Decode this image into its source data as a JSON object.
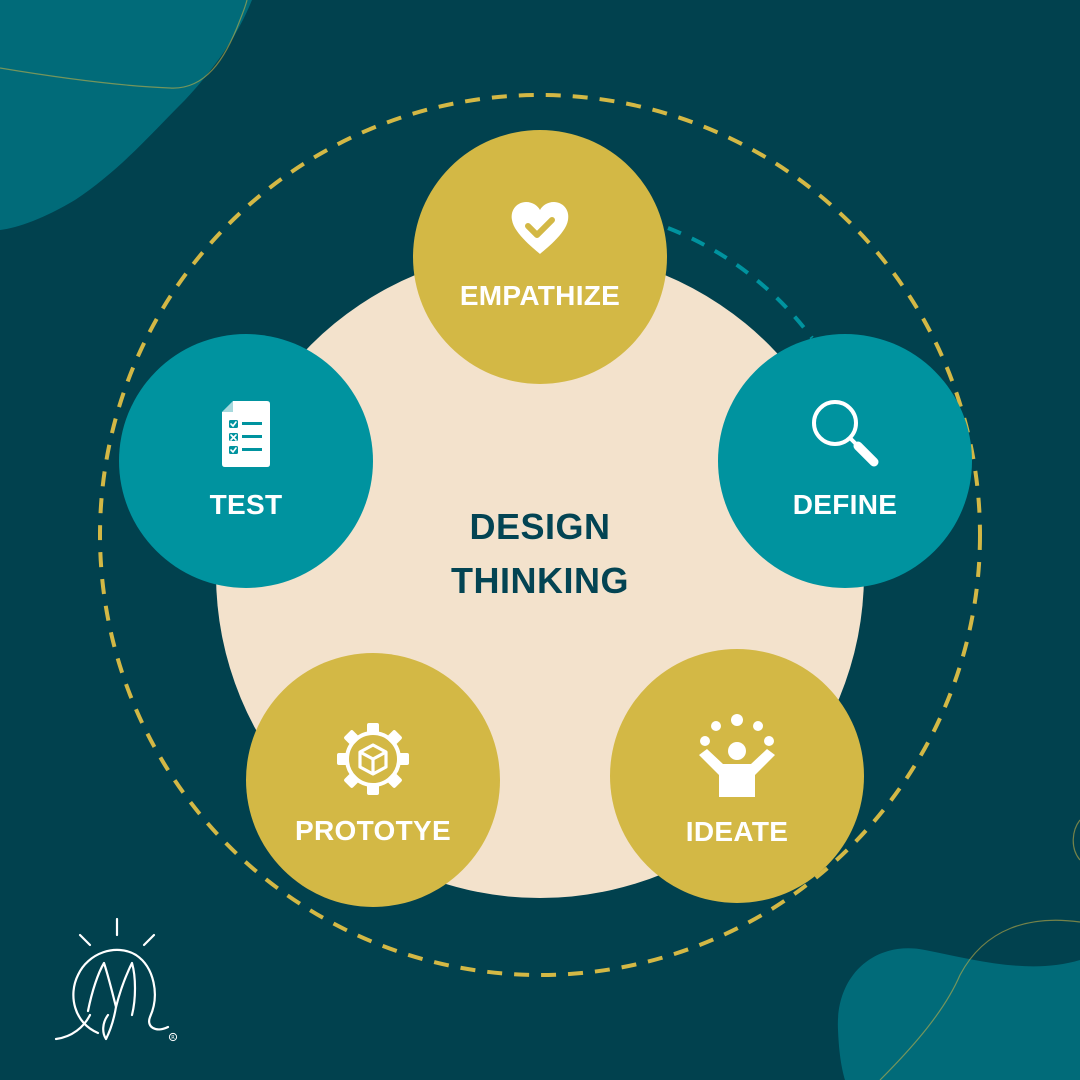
{
  "colors": {
    "background": "#01414e",
    "blob": "#016b79",
    "core": "#f3e2cc",
    "gold": "#d3b845",
    "teal": "#00939f",
    "title": "#034453",
    "white": "#ffffff"
  },
  "diagram": {
    "center_title": "DESIGN\nTHINKING",
    "stages": [
      {
        "label": "EMPATHIZE",
        "icon": "heart-check-icon",
        "color": "gold"
      },
      {
        "label": "DEFINE",
        "icon": "magnifying-glass-icon",
        "color": "teal"
      },
      {
        "label": "IDEATE",
        "icon": "person-ideas-icon",
        "color": "gold"
      },
      {
        "label": "PROTOTYE",
        "icon": "gear-cube-icon",
        "color": "gold"
      },
      {
        "label": "TEST",
        "icon": "checklist-document-icon",
        "color": "teal"
      }
    ]
  },
  "logo": {
    "icon": "lightbulb-m-logo-icon"
  }
}
